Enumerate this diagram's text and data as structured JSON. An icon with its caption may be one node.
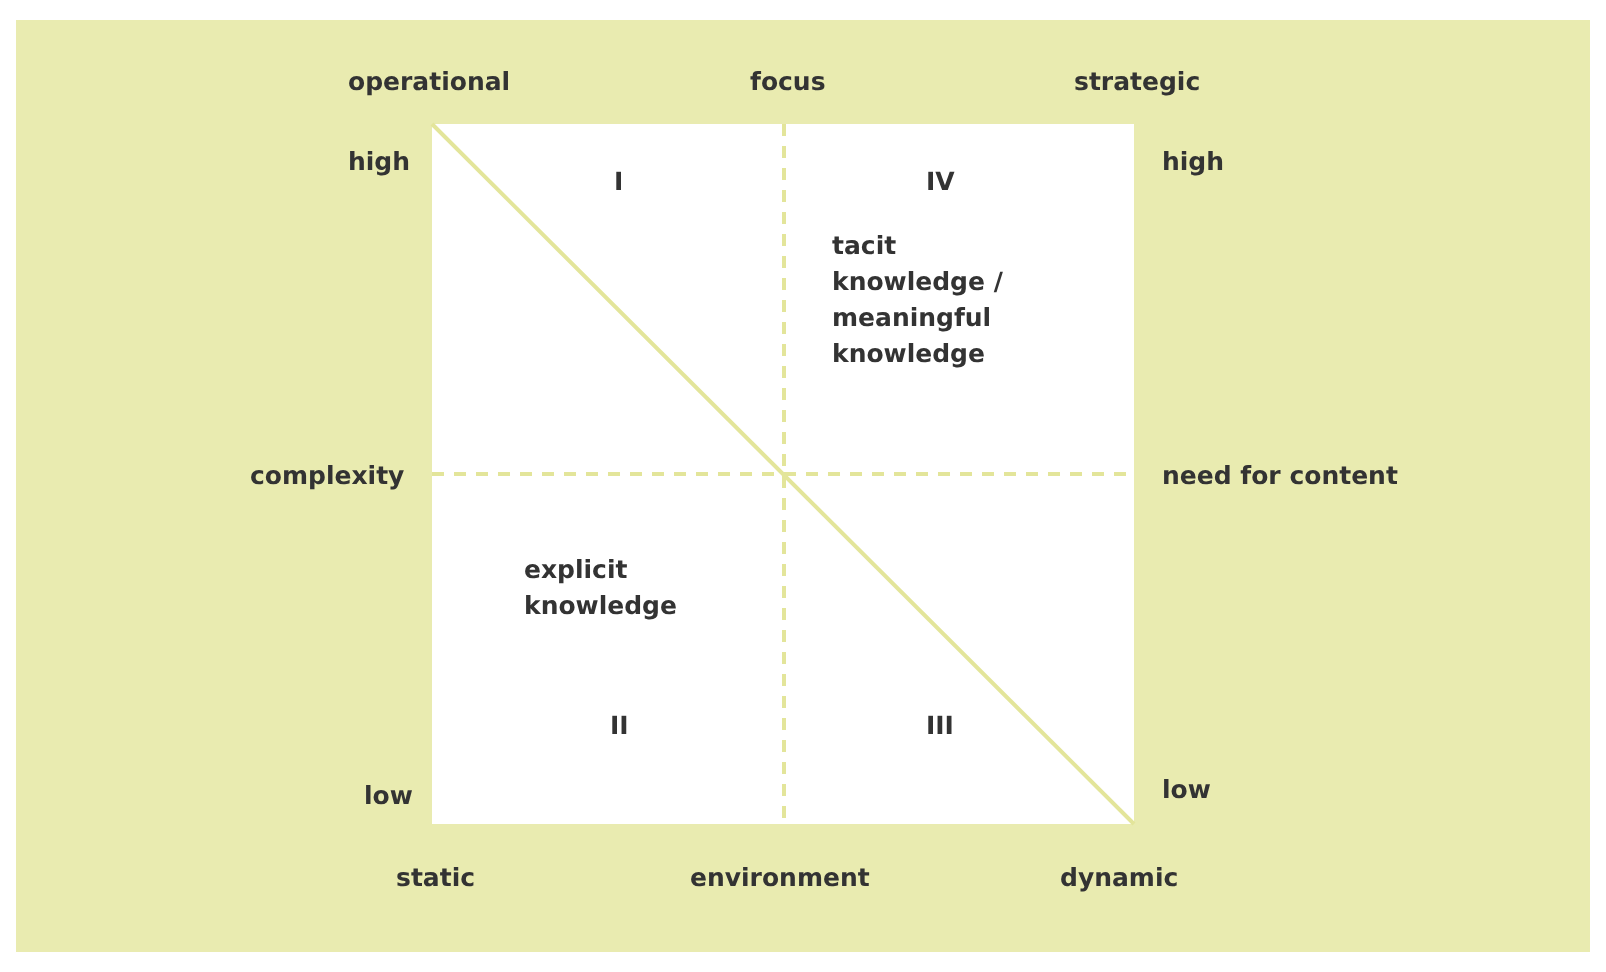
{
  "diagram": {
    "labels": [
      "operational",
      "focus",
      "strategic",
      "high",
      "I",
      "IV",
      "high",
      "tacit knowledge / meaningful knowledge",
      "complexity",
      "need for content",
      "explicit knowledge",
      "II",
      "III",
      "low",
      "low",
      "static",
      "environment",
      "dynamic"
    ]
  }
}
